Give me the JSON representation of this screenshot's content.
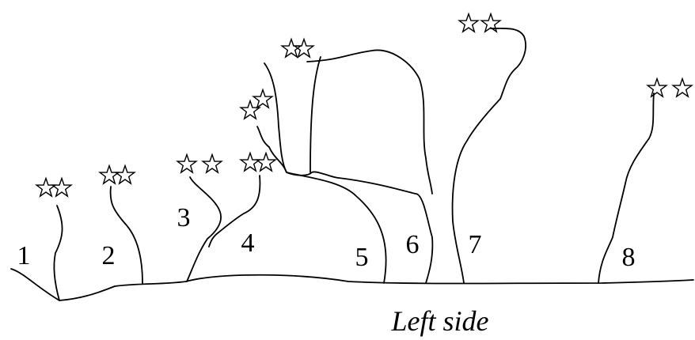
{
  "figure": {
    "caption": "Left side",
    "route_labels": [
      "1",
      "2",
      "3",
      "4",
      "5",
      "6",
      "7",
      "8"
    ],
    "star_icon": "outline-star",
    "ink_color": "#000000",
    "background_color": "#ffffff"
  }
}
